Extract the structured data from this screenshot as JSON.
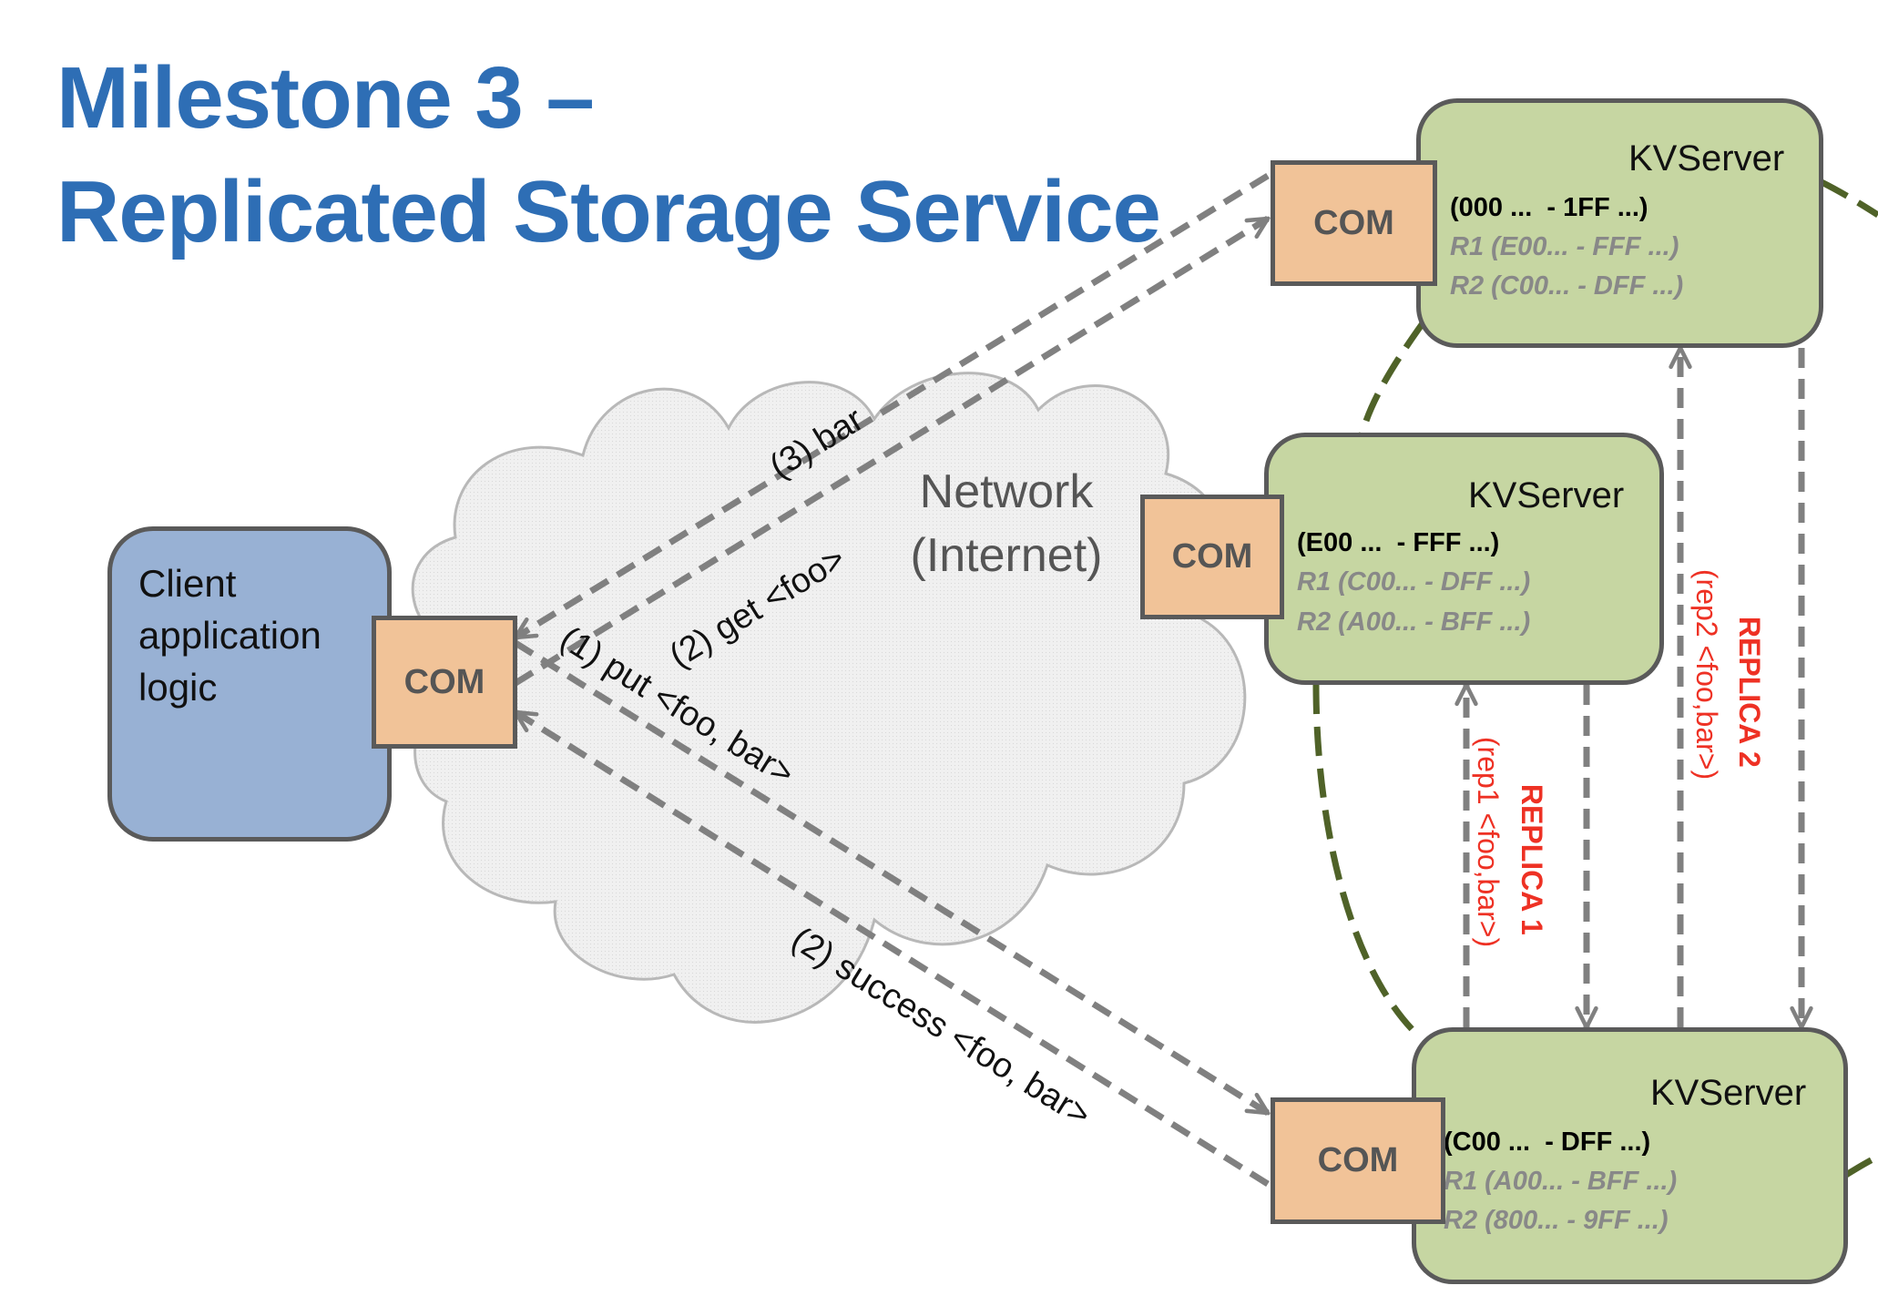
{
  "title": {
    "line1": "Milestone 3 –",
    "line2": "Replicated Storage Service"
  },
  "colors": {
    "title": "#2E6EB5",
    "client_fill": "#98B1D4",
    "server_fill": "#C6D6A2",
    "com_fill": "#F1C398",
    "replica_text": "#EE3124",
    "ring_line": "#4F6228",
    "arrow": "#808080"
  },
  "network": {
    "line1": "Network",
    "line2": "(Internet)"
  },
  "client": {
    "label_lines": [
      "Client",
      "application",
      "logic"
    ],
    "com_label": "COM"
  },
  "servers": [
    {
      "name": "KVServer",
      "com_label": "COM",
      "range": "(000 ...  - 1FF ...)",
      "r1": "R1 (E00... - FFF ...)",
      "r2": "R2 (C00... - DFF ...)"
    },
    {
      "name": "KVServer",
      "com_label": "COM",
      "range": "(E00 ...  - FFF ...)",
      "r1": "R1 (C00... - DFF ...)",
      "r2": "R2 (A00... - BFF ...)"
    },
    {
      "name": "KVServer",
      "com_label": "COM",
      "range": "(C00 ...  - DFF ...)",
      "r1": "R1 (A00... - BFF ...)",
      "r2": "R2 (800... - 9FF ...)"
    }
  ],
  "messages": {
    "bar": "(3) bar",
    "get": "(2) get <foo>",
    "put": "(1) put <foo, bar>",
    "success": "(2) success <foo, bar>"
  },
  "replicas": {
    "replica1_title": "REPLICA 1",
    "replica1_msg": "(rep1 <foo,bar>)",
    "replica2_title": "REPLICA 2",
    "replica2_msg": "(rep2 <foo,bar>)"
  }
}
